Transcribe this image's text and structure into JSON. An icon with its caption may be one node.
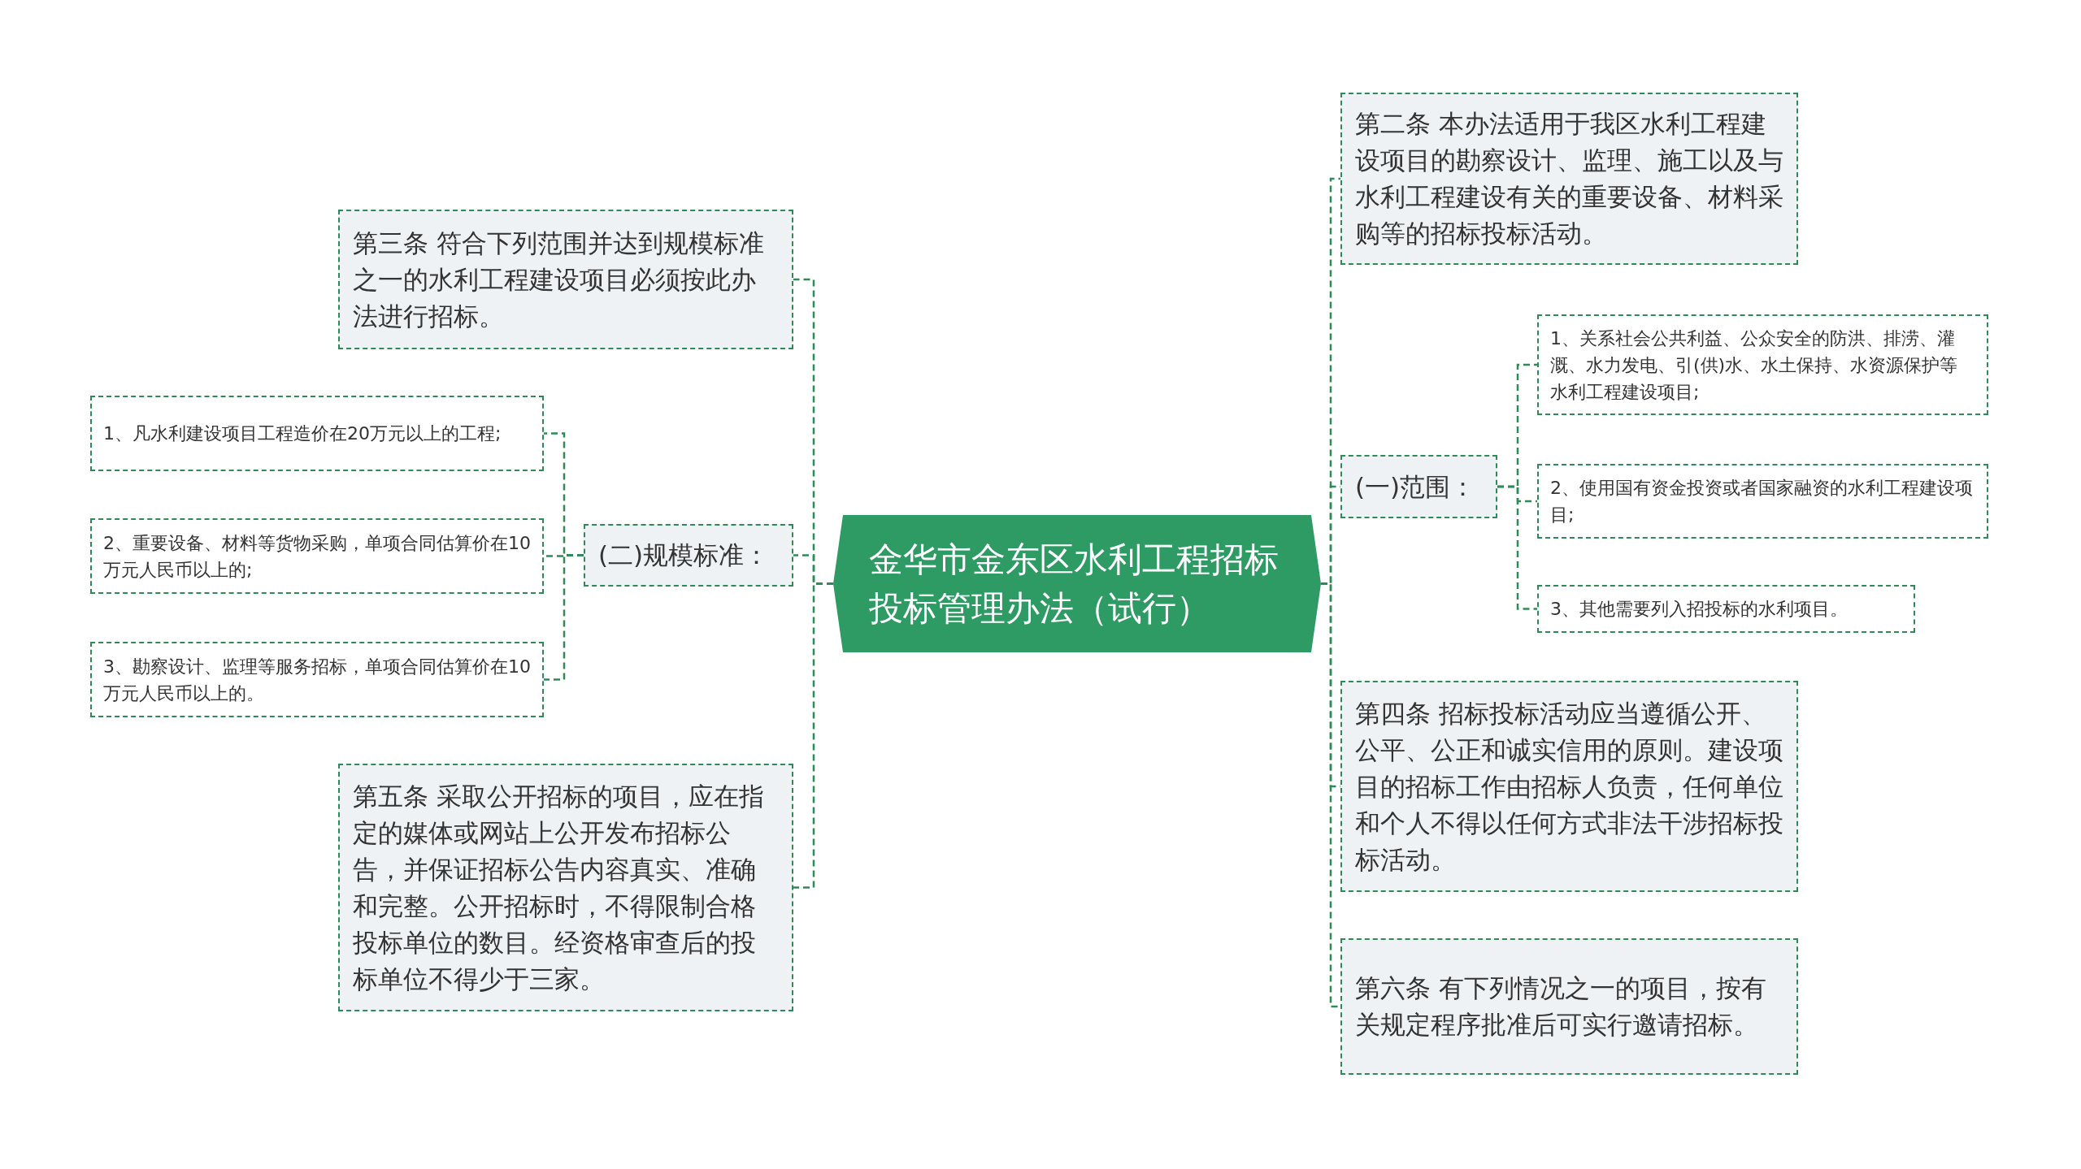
{
  "diagram": {
    "nodes": [
      {
        "text": [
          "金华市金东区水利工程招标投标管理办法（试行）"
        ]
      },
      {
        "text": [
          "第二条 本办法适用于我区水利工程建设项目的勘察设计、监理、施工以及与水利工程建设有关的重要设备、材料采购等的招标投标活动。"
        ]
      },
      {
        "text": [
          "(一)范围："
        ]
      },
      {
        "text": [
          "1、关系社会公共利益、公众安全的防洪、排涝、灌溉、水力发电、引(供)水、水土保持、水资源保护等水利工程建设项目;"
        ]
      },
      {
        "text": [
          "2、使用国有资金投资或者国家融资的水利工程建设项目;"
        ]
      },
      {
        "text": [
          "3、其他需要列入招投标的水利项目。"
        ]
      },
      {
        "text": [
          "第四条 招标投标活动应当遵循公开、公平、公正和诚实信用的原则。建设项目的招标工作由招标人负责，任何单位和个人不得以任何方式非法干涉招标投标活动。"
        ]
      },
      {
        "text": [
          "第六条 有下列情况之一的项目，按有关规定程序批准后可实行邀请招标。"
        ]
      },
      {
        "text": [
          "第三条 符合下列范围并达到规模标准之一的水利工程建设项目必须按此办法进行招标。"
        ]
      },
      {
        "text": [
          "(二)规模标准："
        ]
      },
      {
        "text": [
          "1、凡水利建设项目工程造价在20万元以上的工程;"
        ]
      },
      {
        "text": [
          "2、重要设备、材料等货物采购，单项合同估算价在10万元人民币以上的;"
        ]
      },
      {
        "text": [
          "3、勘察设计、监理等服务招标，单项合同估算价在10万元人民币以上的。"
        ]
      },
      {
        "text": [
          "第五条 采取公开招标的项目，应在指定的媒体或网站上公开发布招标公告，并保证招标公告内容真实、准确和完整。公开招标时，不得限制合格投标单位的数目。经资格审查后的投标单位不得少于三家。"
        ]
      }
    ],
    "edges": [
      {
        "from": 0,
        "to": 1,
        "arrow": "none"
      },
      {
        "from": 0,
        "to": 2,
        "arrow": "none"
      },
      {
        "from": 2,
        "to": 3,
        "arrow": "none"
      },
      {
        "from": 2,
        "to": 4,
        "arrow": "none"
      },
      {
        "from": 2,
        "to": 5,
        "arrow": "none"
      },
      {
        "from": 0,
        "to": 6,
        "arrow": "none"
      },
      {
        "from": 0,
        "to": 7,
        "arrow": "none"
      },
      {
        "from": 0,
        "to": 8,
        "arrow": "none"
      },
      {
        "from": 0,
        "to": 9,
        "arrow": "none"
      },
      {
        "from": 9,
        "to": 10,
        "arrow": "none"
      },
      {
        "from": 9,
        "to": 11,
        "arrow": "none"
      },
      {
        "from": 9,
        "to": 12,
        "arrow": "none"
      },
      {
        "from": 0,
        "to": 13,
        "arrow": "none"
      }
    ]
  }
}
